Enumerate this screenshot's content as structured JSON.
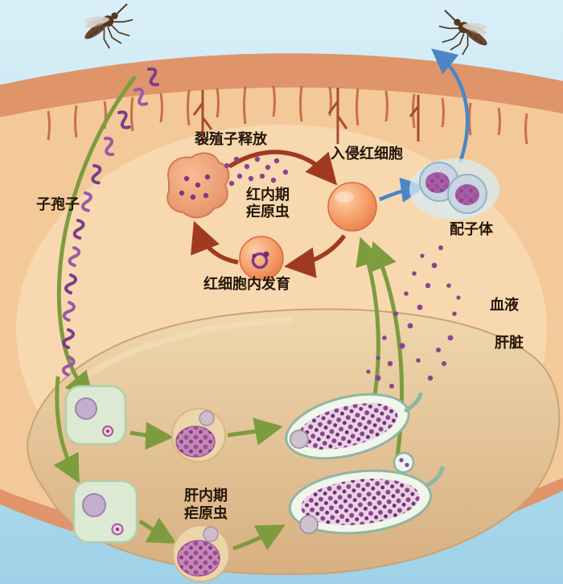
{
  "labels": {
    "sporozoite": "子孢子",
    "merozoite_release": "裂殖子释放",
    "invade_rbc": "入侵红细胞",
    "erythrocytic_stage_line1": "红内期",
    "erythrocytic_stage_line2": "疟原虫",
    "rbc_development": "红细胞内发育",
    "gametocyte": "配子体",
    "blood": "血液",
    "liver": "肝脏",
    "hepatic_stage_line1": "肝内期",
    "hepatic_stage_line2": "疟原虫"
  },
  "icons": {
    "mosquito_left": "mosquito-icon",
    "mosquito_right": "mosquito-icon",
    "sporozoite_trail": "sporozoite-squiggles",
    "gametocyte_pair": "gametocyte-cells"
  },
  "colors": {
    "sky": "#a7d7ec",
    "skin_rim": "#e0946a",
    "skin": "#f4c999",
    "skin_light": "#f8d9b1",
    "liver": "#e4c497",
    "cycle_arrow_red": "#a03a1e",
    "liver_arrow_green": "#7d9c3e",
    "mosquito_arrow_blue": "#4a86c8",
    "parasite_purple": "#8c4390",
    "red_blood_cell": "#ee8350",
    "liver_cell_green": "#dcead4",
    "sac_outline_teal": "#8fb5a5"
  }
}
